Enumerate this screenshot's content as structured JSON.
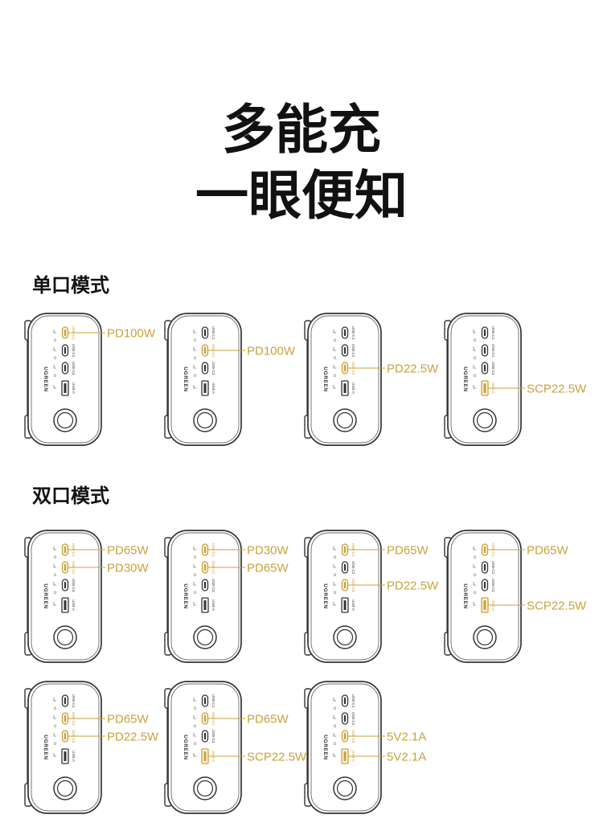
{
  "heading": {
    "line1": "多能充",
    "line2": "一眼便知"
  },
  "colors": {
    "accent": "#C9A13B",
    "accent_light": "#FBF3DF",
    "outline": "#333333",
    "face": "#6A6A6A",
    "text": "#111111",
    "background": "#FFFFFF"
  },
  "device": {
    "brand": "UGREEN",
    "button_icon": "round-button-icon",
    "ports": [
      {
        "label": "USB-C1",
        "icon": "usb-c-port-icon"
      },
      {
        "label": "USB-C2",
        "icon": "usb-c-port-icon"
      },
      {
        "label": "USB-C3",
        "icon": "usb-c-port-icon"
      },
      {
        "label": "USB-A",
        "icon": "usb-a-port-icon"
      }
    ]
  },
  "sections": [
    {
      "title": "单口模式",
      "modes": [
        {
          "outputs": [
            {
              "port": "USB-C1",
              "label": "PD100W"
            }
          ]
        },
        {
          "outputs": [
            {
              "port": "USB-C2",
              "label": "PD100W"
            }
          ]
        },
        {
          "outputs": [
            {
              "port": "USB-C3",
              "label": "PD22.5W"
            }
          ]
        },
        {
          "outputs": [
            {
              "port": "USB-A",
              "label": "SCP22.5W"
            }
          ]
        }
      ]
    },
    {
      "title": "双口模式",
      "modes": [
        {
          "outputs": [
            {
              "port": "USB-C1",
              "label": "PD65W"
            },
            {
              "port": "USB-C2",
              "label": "PD30W"
            }
          ]
        },
        {
          "outputs": [
            {
              "port": "USB-C1",
              "label": "PD30W"
            },
            {
              "port": "USB-C2",
              "label": "PD65W"
            }
          ]
        },
        {
          "outputs": [
            {
              "port": "USB-C1",
              "label": "PD65W"
            },
            {
              "port": "USB-C3",
              "label": "PD22.5W"
            }
          ]
        },
        {
          "outputs": [
            {
              "port": "USB-C1",
              "label": "PD65W"
            },
            {
              "port": "USB-A",
              "label": "SCP22.5W"
            }
          ]
        },
        {
          "outputs": [
            {
              "port": "USB-C2",
              "label": "PD65W"
            },
            {
              "port": "USB-C3",
              "label": "PD22.5W"
            }
          ]
        },
        {
          "outputs": [
            {
              "port": "USB-C2",
              "label": "PD65W"
            },
            {
              "port": "USB-A",
              "label": "SCP22.5W"
            }
          ]
        },
        {
          "outputs": [
            {
              "port": "USB-C3",
              "label": "5V2.1A"
            },
            {
              "port": "USB-A",
              "label": "5V2.1A"
            }
          ]
        }
      ]
    }
  ]
}
